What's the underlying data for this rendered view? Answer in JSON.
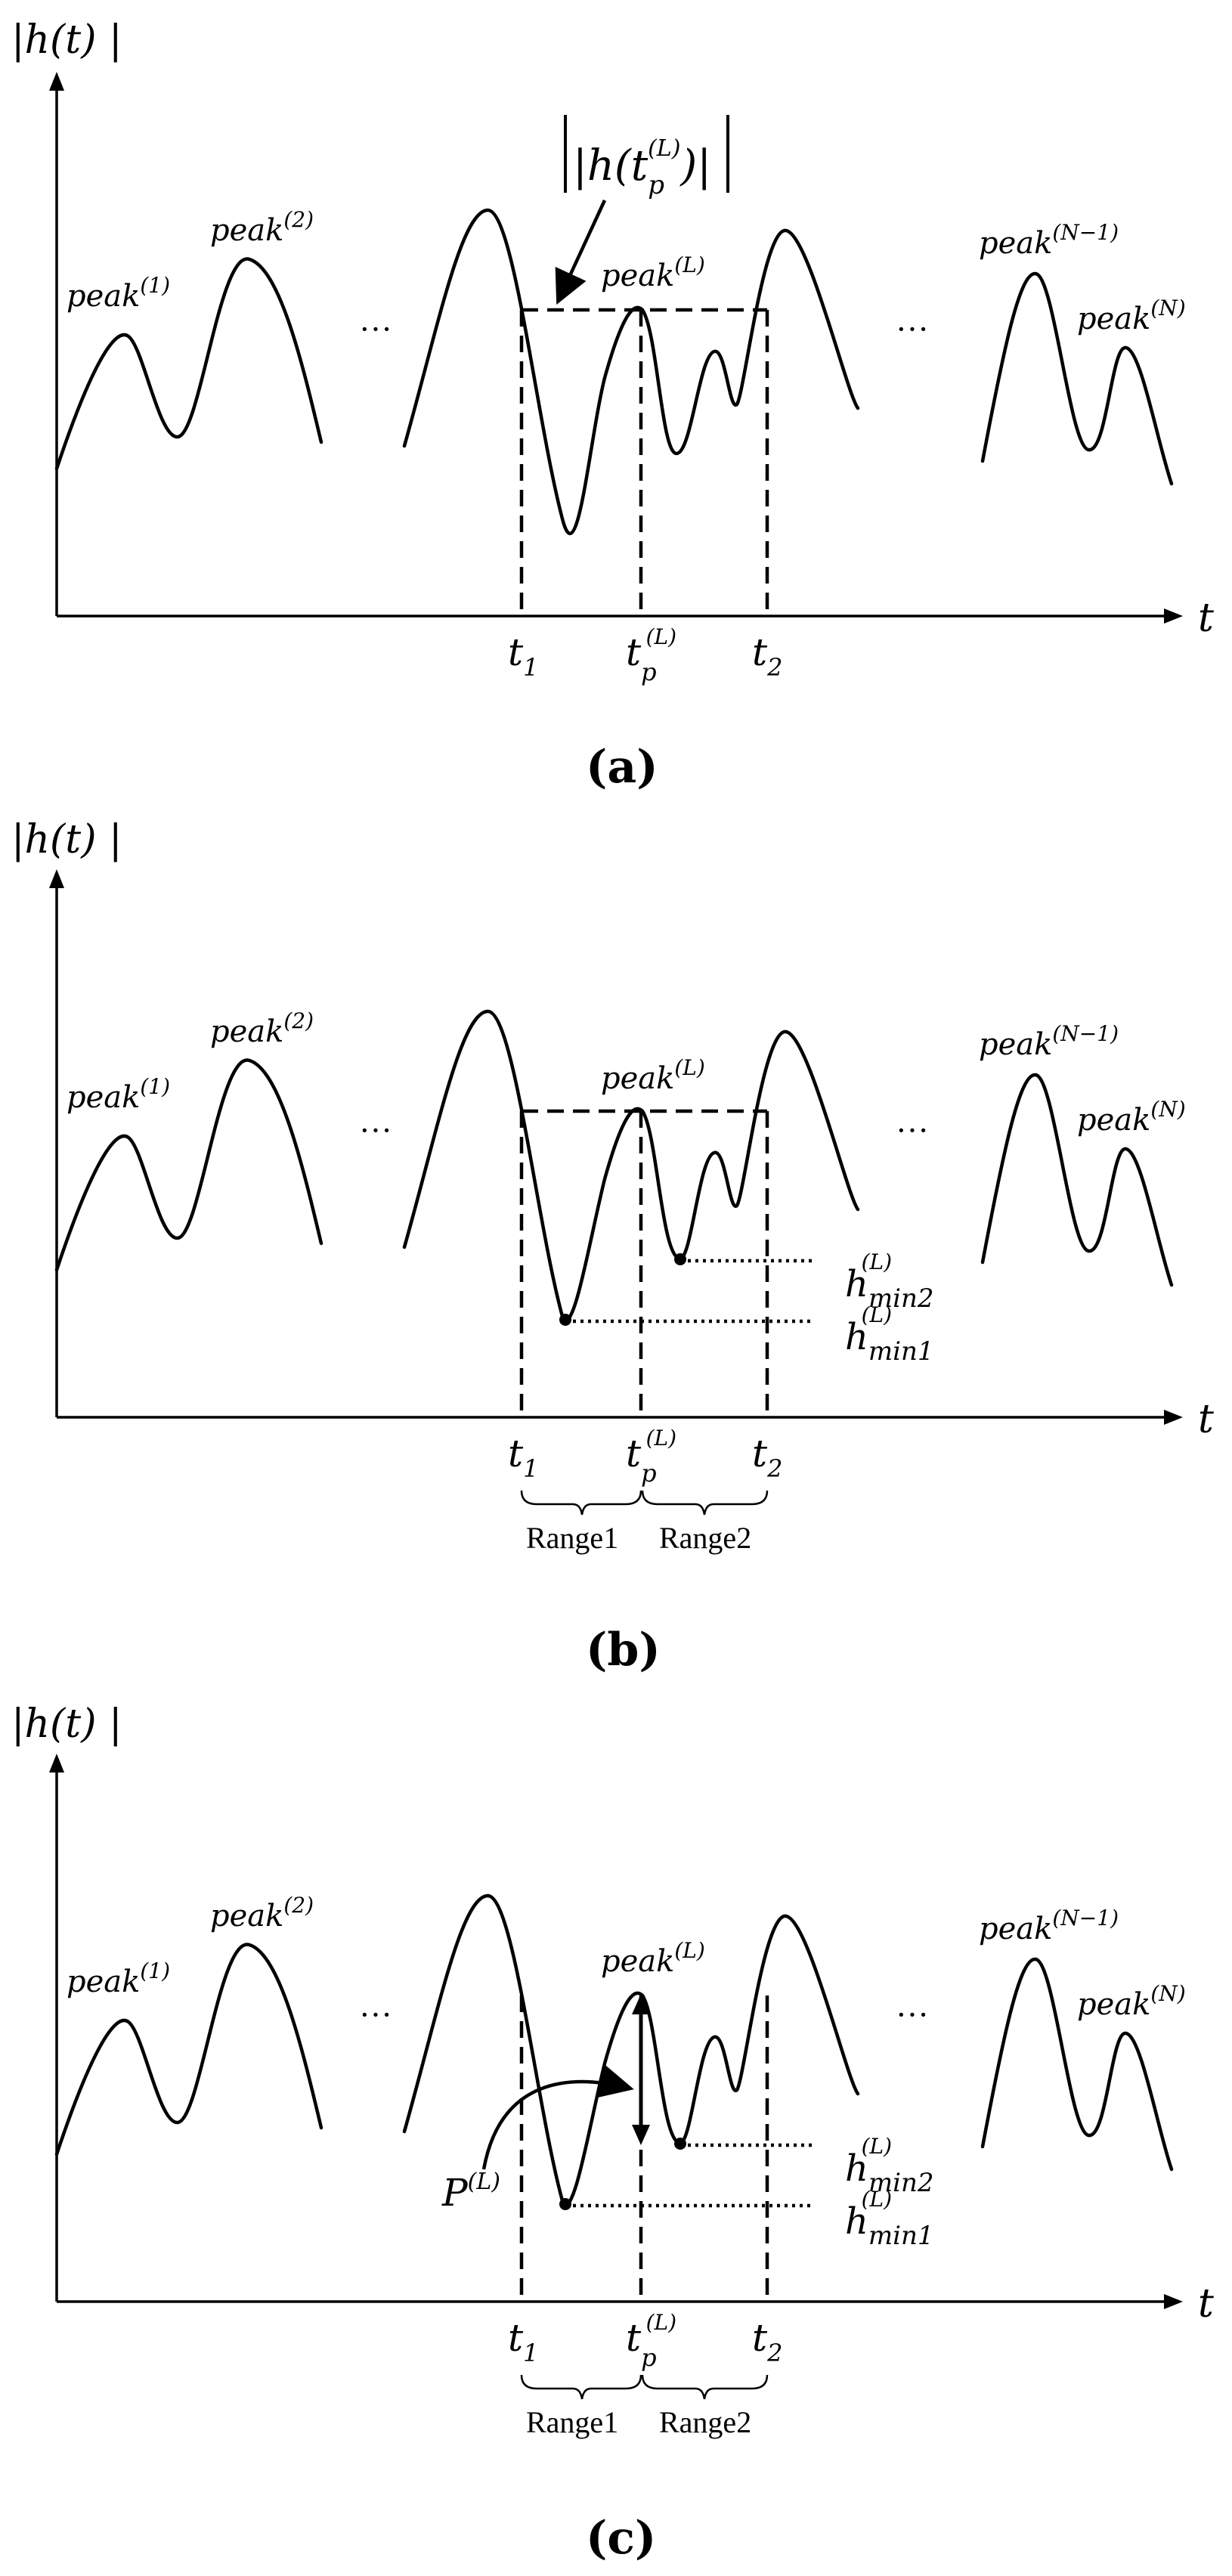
{
  "axes": {
    "y_label": "|h(t) |",
    "x_label": "t"
  },
  "peaks": {
    "p1": {
      "base": "peak",
      "sup": "(1)"
    },
    "p2": {
      "base": "peak",
      "sup": "(2)"
    },
    "pL": {
      "base": "peak",
      "sup": "(L)"
    },
    "pN1": {
      "base": "peak",
      "sup": "(N−1)"
    },
    "pN": {
      "base": "peak",
      "sup": "(N)"
    }
  },
  "ellipsis": "···",
  "ticks": {
    "t1": {
      "base": "t",
      "sub": "1"
    },
    "tp": {
      "base": "t",
      "sub": "p",
      "sup": "(L)"
    },
    "t2": {
      "base": "t",
      "sub": "2"
    }
  },
  "annotations": {
    "peak_height": {
      "open": "|h(t",
      "sub": "p",
      "sup": "(L)",
      "close": ")|"
    },
    "hmin2": {
      "base": "h",
      "sub": "min2",
      "sup": "(L)"
    },
    "hmin1": {
      "base": "h",
      "sub": "min1",
      "sup": "(L)"
    },
    "prominence": {
      "base": "P",
      "sup": "(L)"
    },
    "range1": "Range1",
    "range2": "Range2"
  },
  "panels": [
    {
      "id": "a",
      "caption": "(a)",
      "show_min_lines": false,
      "show_ranges": false,
      "show_prominence": false,
      "show_peak_height": true
    },
    {
      "id": "b",
      "caption": "(b)",
      "show_min_lines": true,
      "show_ranges": true,
      "show_prominence": false,
      "show_peak_height": false
    },
    {
      "id": "c",
      "caption": "(c)",
      "show_min_lines": true,
      "show_ranges": true,
      "show_prominence": true,
      "show_peak_height": false
    }
  ]
}
